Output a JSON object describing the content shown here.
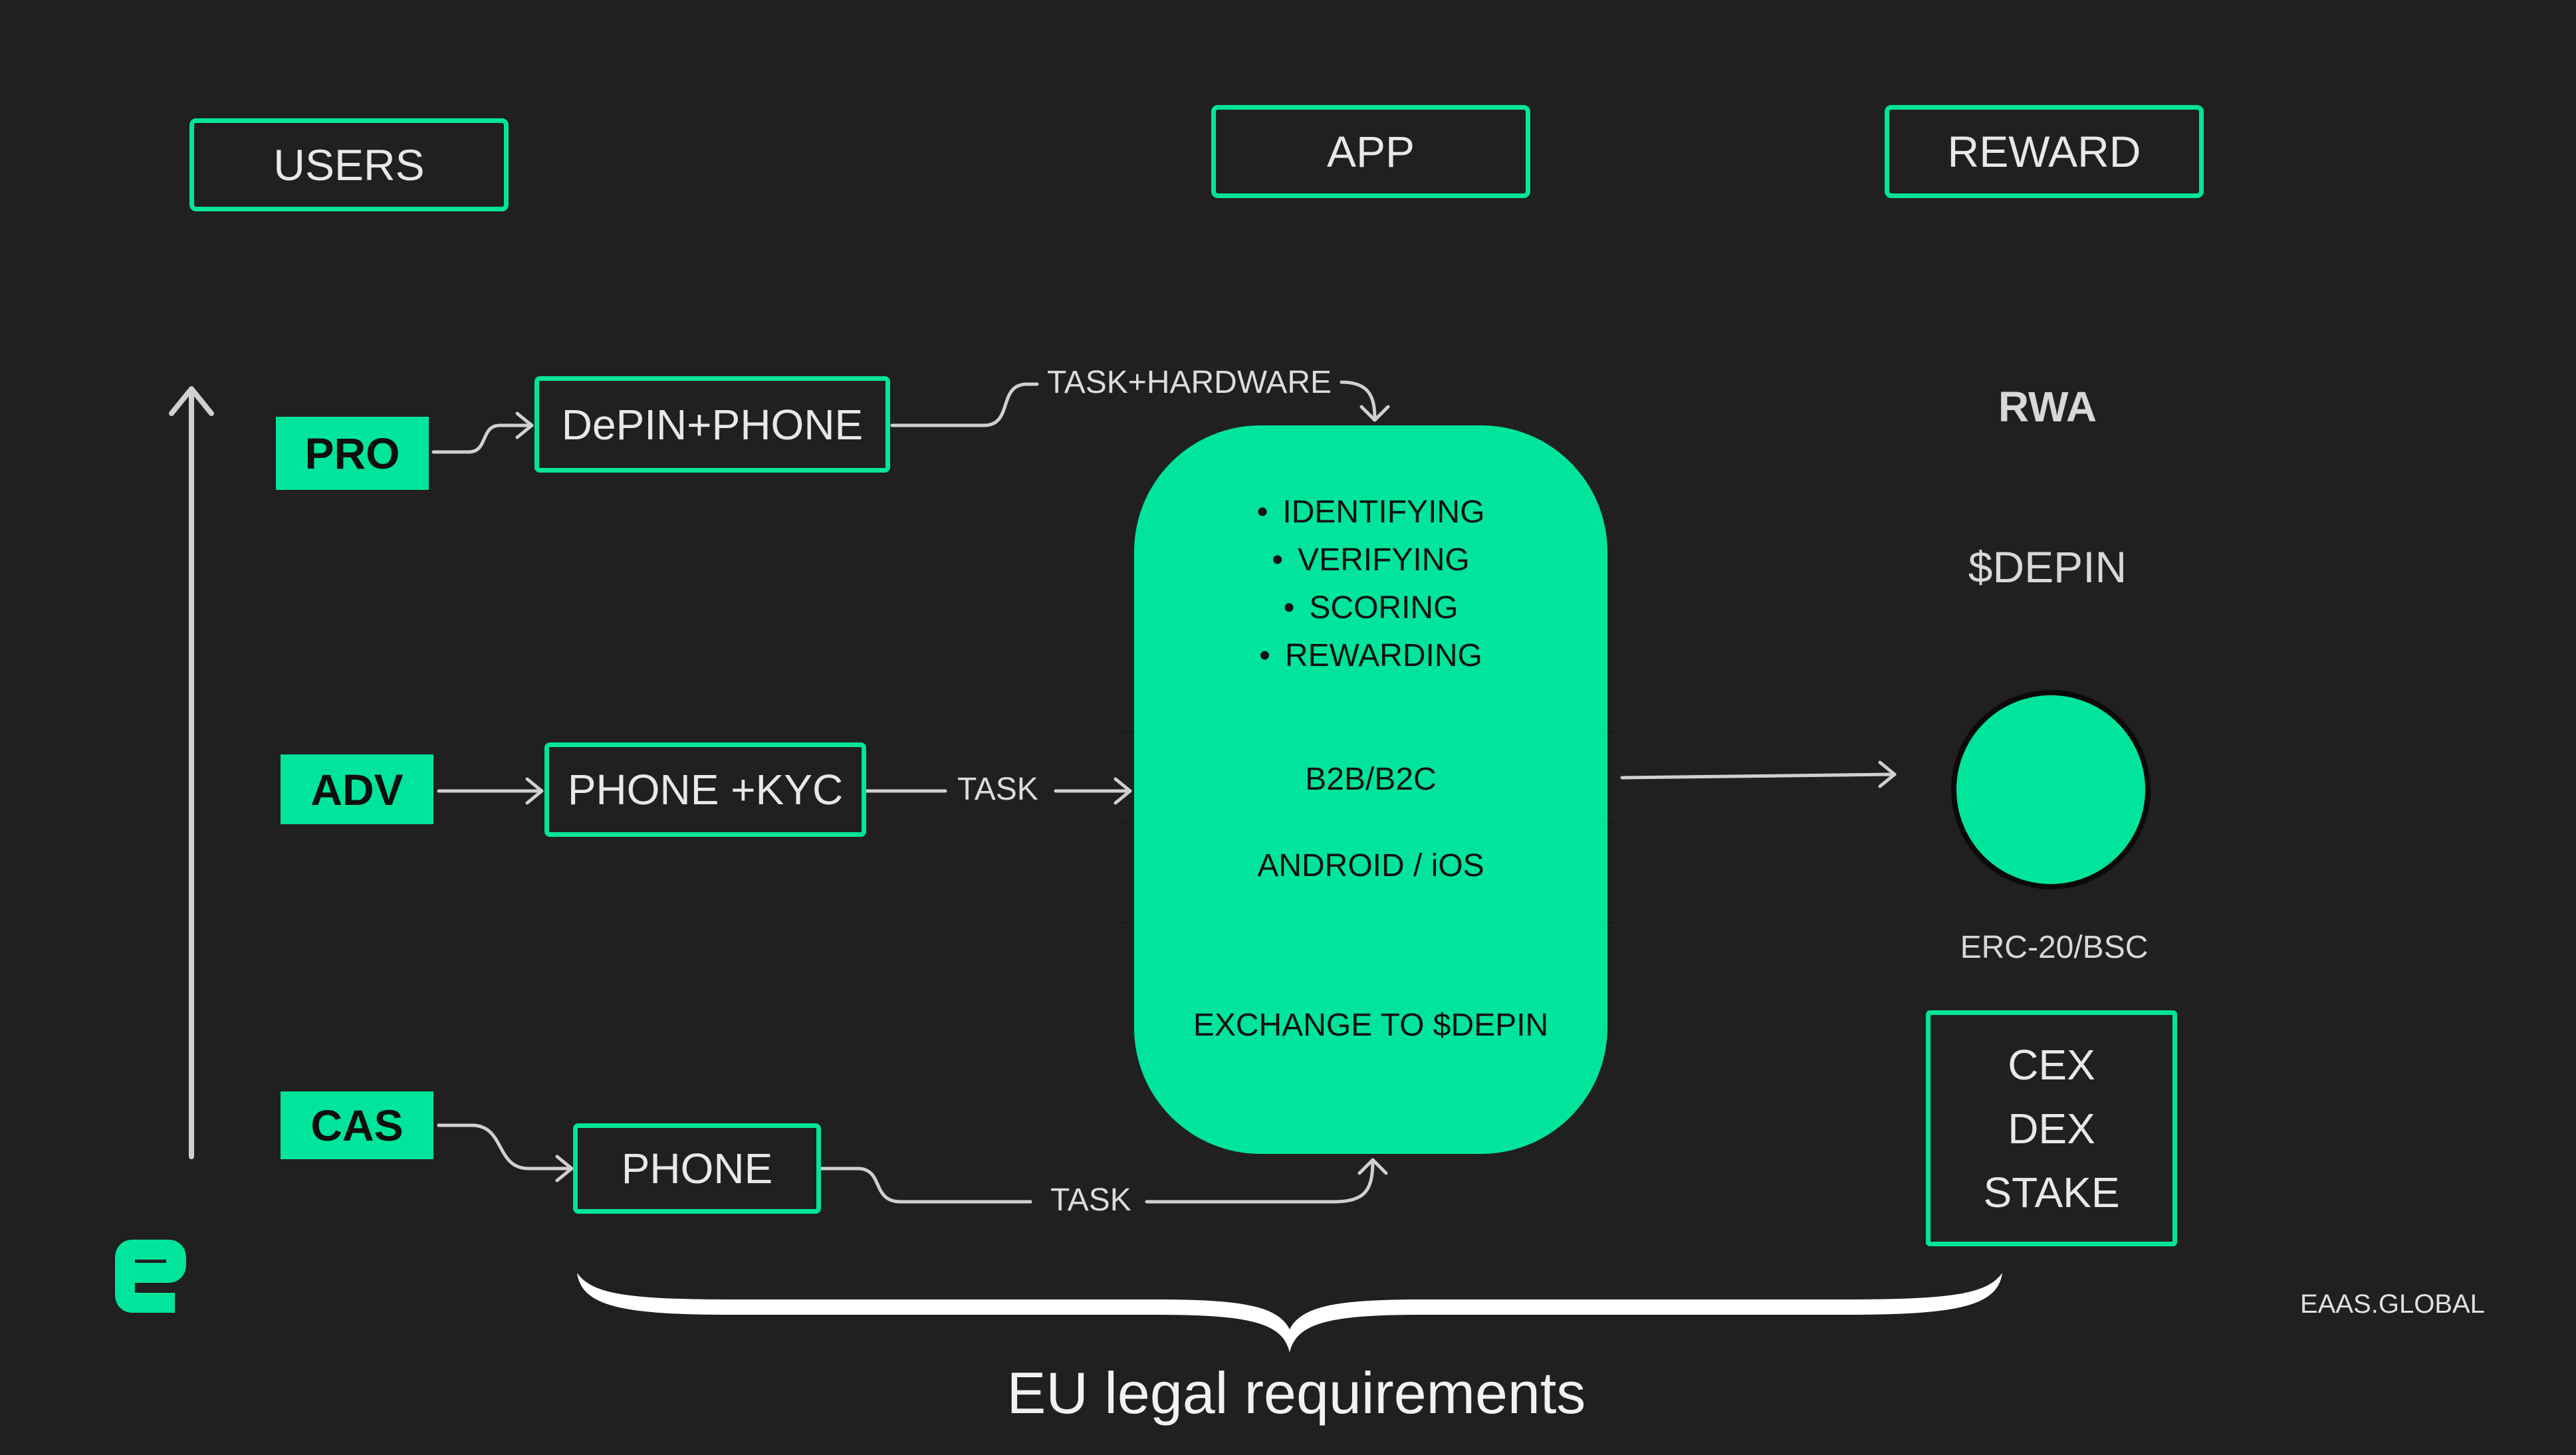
{
  "headers": {
    "users": "USERS",
    "app": "APP",
    "reward": "REWARD"
  },
  "tiers": {
    "pro": "PRO",
    "adv": "ADV",
    "cas": "CAS"
  },
  "devices": {
    "pro": "DePIN+PHONE",
    "adv": "PHONE +KYC",
    "cas": "PHONE"
  },
  "edge_labels": {
    "pro": "TASK+HARDWARE",
    "adv": "TASK",
    "cas": "TASK"
  },
  "app": {
    "functions": [
      "IDENTIFYING",
      "VERIFYING",
      "SCORING",
      "REWARDING"
    ],
    "market": "B2B/B2C",
    "platforms": "ANDROID / iOS",
    "exchange": "EXCHANGE TO $DEPIN"
  },
  "reward": {
    "rwa": "RWA",
    "token": "$DEPIN",
    "standard": "ERC-20/BSC",
    "venues": [
      "CEX",
      "DEX",
      "STAKE"
    ]
  },
  "footer": {
    "brace_label": "EU legal requirements",
    "site": "EAAS.GLOBAL"
  },
  "icons": {
    "logo": "eaas-e-logo",
    "coin": "depin-coin-icon"
  },
  "colors": {
    "background": "#202020",
    "accent": "#00e59b",
    "line": "#d0d0d0",
    "text": "#e8e8e8"
  }
}
